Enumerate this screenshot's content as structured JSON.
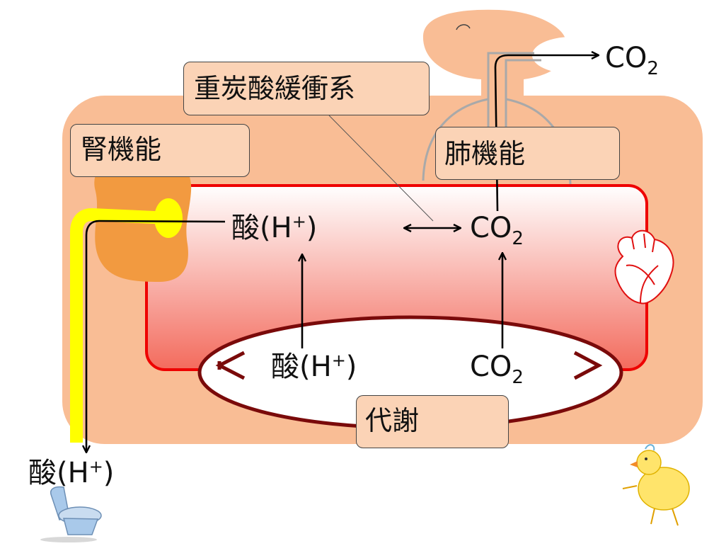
{
  "labels": {
    "bicarbonate_buffer": "重炭酸緩衝系",
    "kidney_function": "腎機能",
    "lung_function": "肺機能",
    "metabolism": "代謝"
  },
  "chem": {
    "acid_prefix": "酸(H",
    "plus": "+",
    "close_paren": ")",
    "co": "CO",
    "two": "2"
  },
  "colors": {
    "body": "#f9bd95",
    "blood_stroke": "#ee0000",
    "kidney": "#f29a40",
    "yellow_tube": "#ffff00",
    "metabolism_stroke": "#7a0a0a",
    "lung_gray": "#a9a9a9",
    "label_box": "#fbd3b6"
  },
  "icons": [
    "heart-icon",
    "toilet-icon",
    "chick-icon",
    "kidney-icon",
    "lung-head-icon"
  ]
}
